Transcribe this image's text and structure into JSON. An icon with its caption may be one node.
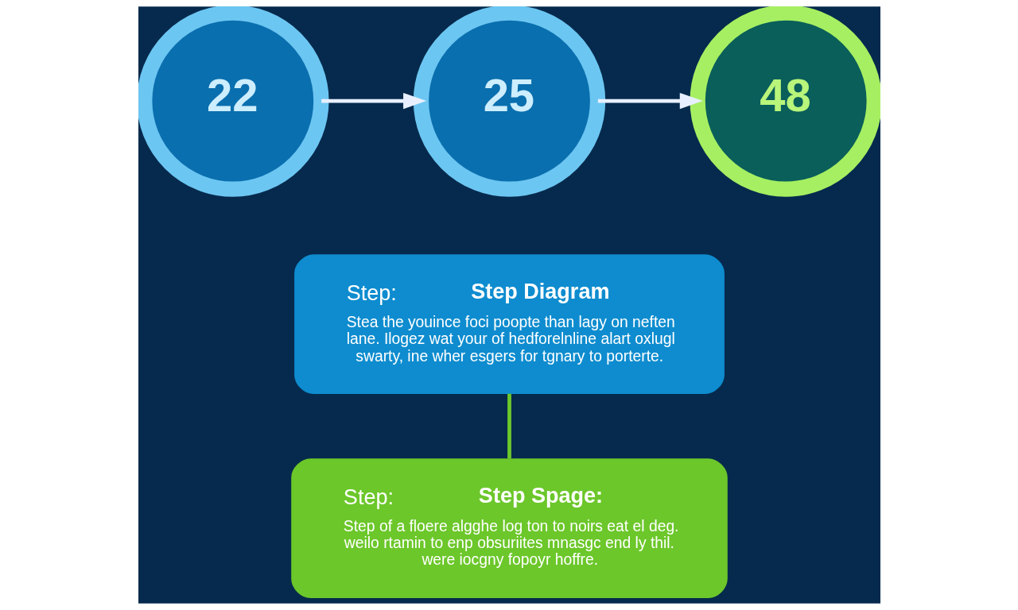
{
  "diagram": {
    "nodes": [
      {
        "text": [
          "22"
        ]
      },
      {
        "text": [
          "25"
        ]
      },
      {
        "text": [
          "48"
        ]
      },
      {
        "text": [
          "Step:",
          "Step Diagram",
          "Stea the youince foci poopte than lagy on neften lane. Ilogez wat your of hedforelnline alart oxlugl swarty, ine wher esgers for tgnary to porterte."
        ]
      },
      {
        "text": [
          "Step:",
          "Step Spage:",
          "Step of a floere algghe log ton to noirs eat el deg. weilo rtamin to enp obsuriites mnasgc end ly thil. were iocgny fopoyr hoffre."
        ]
      }
    ],
    "edges": [
      {
        "from": 0,
        "to": 1,
        "arrow": "to"
      },
      {
        "from": 1,
        "to": 2,
        "arrow": "to"
      },
      {
        "from": 3,
        "to": 4,
        "arrow": "none",
        "color": "#6cc72a"
      }
    ]
  }
}
